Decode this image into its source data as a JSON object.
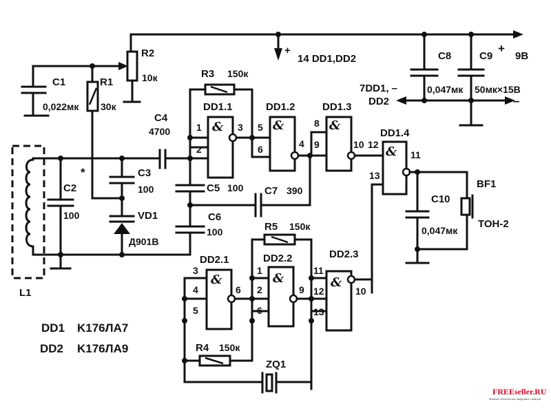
{
  "colors": {
    "ink": "#111111",
    "background": "#ffffff",
    "watermark": "#c8102e"
  },
  "power": {
    "plus_sign": "+",
    "plus_rail_label": "14 DD1,DD2",
    "minus_label_line1": "7DD1, –",
    "minus_label_line2": "DD2",
    "supply_plus": "+",
    "supply_voltage": "9B",
    "supply_minus": "–"
  },
  "components": {
    "C1": {
      "name": "C1",
      "value": "0,022мк"
    },
    "R1": {
      "name": "R1",
      "value": "30к"
    },
    "R2": {
      "name": "R2",
      "value": "10к"
    },
    "R3": {
      "name": "R3",
      "value": "150к"
    },
    "C2": {
      "name": "C2",
      "mark": "*",
      "value": "100"
    },
    "C3": {
      "name": "C3",
      "value": "100"
    },
    "C4": {
      "name": "C4",
      "value": "4700"
    },
    "C5": {
      "name": "C5",
      "value": "100"
    },
    "C6": {
      "name": "C6",
      "value": "100"
    },
    "C7": {
      "name": "C7",
      "value": "390"
    },
    "C8": {
      "name": "C8",
      "value": "0,047мк"
    },
    "C9": {
      "name": "C9",
      "value": "50мк×15B"
    },
    "C10": {
      "name": "C10",
      "value": "0,047мк"
    },
    "VD1": {
      "name": "VD1",
      "value": "Д901B"
    },
    "L1": {
      "name": "L1"
    },
    "BF1": {
      "name": "BF1",
      "value": "TOH-2"
    },
    "R4": {
      "name": "R4",
      "value": "150к"
    },
    "R5": {
      "name": "R5",
      "value": "150к"
    },
    "ZQ1": {
      "name": "ZQ1"
    }
  },
  "gates": {
    "DD1_1": {
      "name": "DD1.1",
      "symbol": "&",
      "pins": [
        "1",
        "2",
        "3"
      ]
    },
    "DD1_2": {
      "name": "DD1.2",
      "symbol": "&",
      "pins": [
        "5",
        "6",
        "4"
      ]
    },
    "DD1_3": {
      "name": "DD1.3",
      "symbol": "&",
      "pins": [
        "8",
        "9",
        "10"
      ]
    },
    "DD1_4": {
      "name": "DD1.4",
      "symbol": "&",
      "pins": [
        "12",
        "13",
        "11"
      ]
    },
    "DD2_1": {
      "name": "DD2.1",
      "symbol": "&",
      "pins": [
        "3",
        "4",
        "5",
        "6"
      ]
    },
    "DD2_2": {
      "name": "DD2.2",
      "symbol": "&",
      "pins": [
        "1",
        "2",
        "6",
        "9"
      ]
    },
    "DD2_3": {
      "name": "DD2.3",
      "symbol": "&",
      "pins": [
        "11",
        "12",
        "13",
        "10"
      ]
    }
  },
  "parts_list": [
    {
      "ref": "DD1",
      "type": "K176ЛА7"
    },
    {
      "ref": "DD2",
      "type": "K176ЛА9"
    }
  ],
  "watermark": {
    "brand": "FREEseller.RU",
    "tagline": "Магазин бесплатных цифровых товаров"
  }
}
